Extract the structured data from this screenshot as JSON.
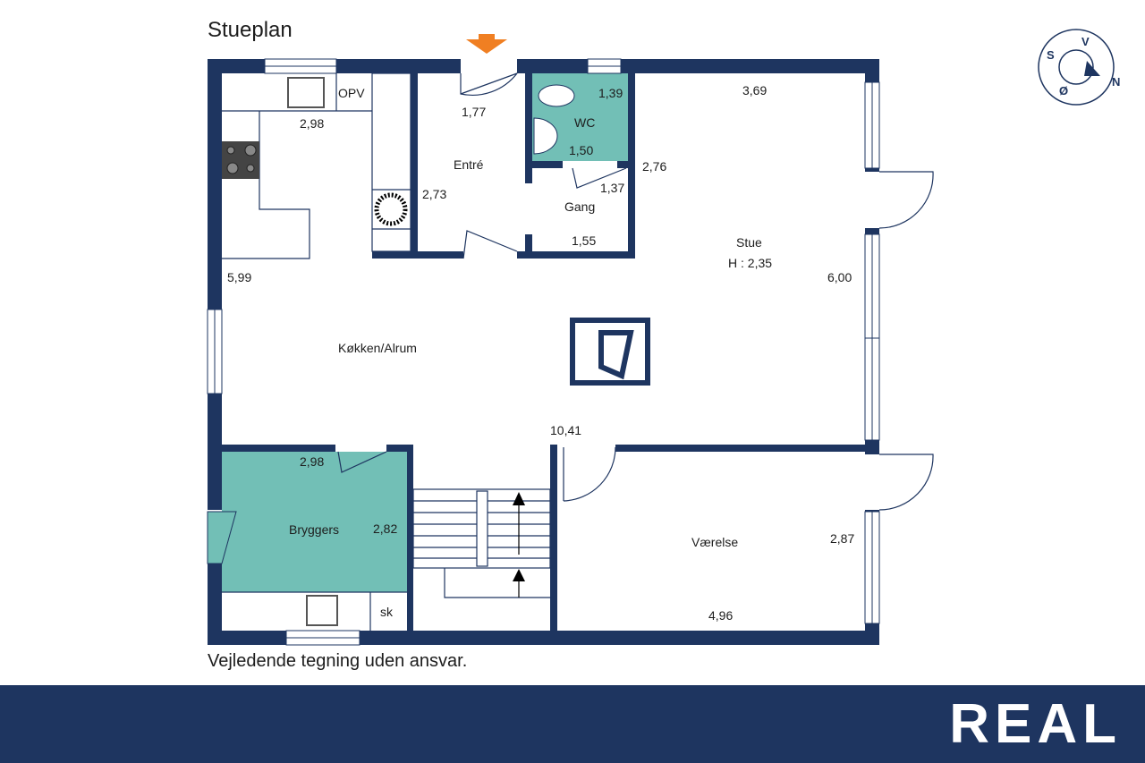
{
  "title": "Stueplan",
  "disclaimer": "Vejledende tegning uden ansvar.",
  "logo": "REAL",
  "compass": {
    "s": "S",
    "v": "V",
    "n": "N",
    "o": "Ø"
  },
  "colors": {
    "wall": "#1e3560",
    "wet_room": "#72bfb6",
    "entrance_arrow": "#f07f22",
    "footer": "#1e3560"
  },
  "rooms": {
    "kitchen": {
      "name": "Køkken/Alrum",
      "dims": [
        "2,98",
        "5,99",
        "10,41"
      ],
      "opv": "OPV"
    },
    "entre": {
      "name": "Entré",
      "dims": [
        "1,77",
        "2,73"
      ]
    },
    "wc": {
      "name": "WC",
      "dims": [
        "1,39",
        "1,50"
      ]
    },
    "gang": {
      "name": "Gang",
      "dims": [
        "1,37",
        "1,55"
      ]
    },
    "stue": {
      "name": "Stue",
      "height": "H : 2,35",
      "dims": [
        "3,69",
        "2,76",
        "6,00"
      ]
    },
    "bryggers": {
      "name": "Bryggers",
      "dims": [
        "2,98",
        "2,82"
      ],
      "sk": "sk"
    },
    "vaerelse": {
      "name": "Værelse",
      "dims": [
        "2,87",
        "4,96"
      ]
    }
  }
}
